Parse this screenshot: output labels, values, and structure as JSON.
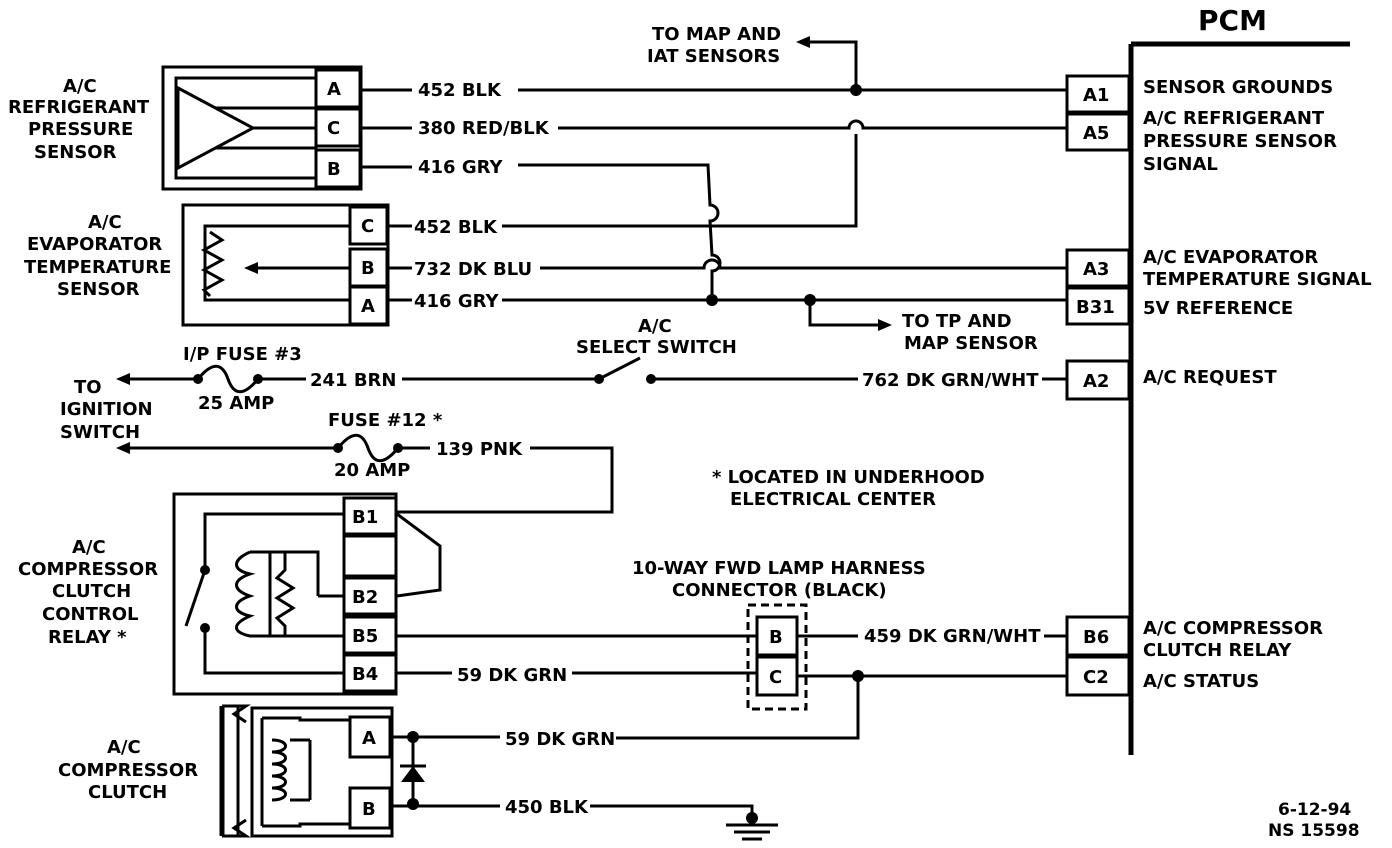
{
  "pcm": {
    "title": "PCM",
    "pins": [
      {
        "id": "A1",
        "label": "SENSOR GROUNDS"
      },
      {
        "id": "A5",
        "label": [
          "A/C REFRIGERANT",
          "PRESSURE SENSOR",
          "SIGNAL"
        ]
      },
      {
        "id": "A3",
        "label": [
          "A/C EVAPORATOR",
          "TEMPERATURE SIGNAL"
        ]
      },
      {
        "id": "B31",
        "label": "5V REFERENCE"
      },
      {
        "id": "A2",
        "label": "A/C REQUEST"
      },
      {
        "id": "B6",
        "label": [
          "A/C COMPRESSOR",
          "CLUTCH RELAY"
        ]
      },
      {
        "id": "C2",
        "label": "A/C STATUS"
      }
    ]
  },
  "components": {
    "refrigerant_sensor": {
      "name": [
        "A/C",
        "REFRIGERANT",
        "PRESSURE",
        "SENSOR"
      ],
      "pins": [
        "A",
        "C",
        "B"
      ]
    },
    "evaporator_sensor": {
      "name": [
        "A/C",
        "EVAPORATOR",
        "TEMPERATURE",
        "SENSOR"
      ],
      "pins": [
        "C",
        "B",
        "A"
      ]
    },
    "relay": {
      "name": [
        "A/C",
        "COMPRESSOR",
        "CLUTCH",
        "CONTROL",
        "RELAY *"
      ],
      "pins": [
        "B1",
        "B2",
        "B5",
        "B4"
      ]
    },
    "clutch": {
      "name": [
        "A/C",
        "COMPRESSOR",
        "CLUTCH"
      ],
      "pins": [
        "A",
        "B"
      ]
    },
    "harness": {
      "name": [
        "10-WAY FWD LAMP HARNESS",
        "CONNECTOR (BLACK)"
      ],
      "pins": [
        "B",
        "C"
      ]
    },
    "select_switch": {
      "name": [
        "A/C",
        "SELECT SWITCH"
      ]
    },
    "fuse3": {
      "name": "I/P FUSE #3",
      "rating": "25 AMP"
    },
    "fuse12": {
      "name": "FUSE #12 *",
      "rating": "20 AMP"
    }
  },
  "wires": {
    "w452a": "452 BLK",
    "w380": "380 RED/BLK",
    "w416a": "416 GRY",
    "w452b": "452 BLK",
    "w732": "732 DK BLU",
    "w416b": "416 GRY",
    "w241": "241 BRN",
    "w762": "762 DK GRN/WHT",
    "w139": "139 PNK",
    "w459": "459 DK GRN/WHT",
    "w59a": "59 DK GRN",
    "w59b": "59 DK GRN",
    "w450": "450 BLK"
  },
  "destinations": {
    "map_iat": [
      "TO MAP AND",
      "IAT SENSORS"
    ],
    "tp_map": [
      "TO TP AND",
      "MAP SENSOR"
    ],
    "ignition": [
      "TO",
      "IGNITION",
      "SWITCH"
    ]
  },
  "notes": {
    "located": [
      "* LOCATED IN UNDERHOOD",
      "ELECTRICAL CENTER"
    ],
    "date": "6-12-94",
    "ref": "NS 15598"
  }
}
